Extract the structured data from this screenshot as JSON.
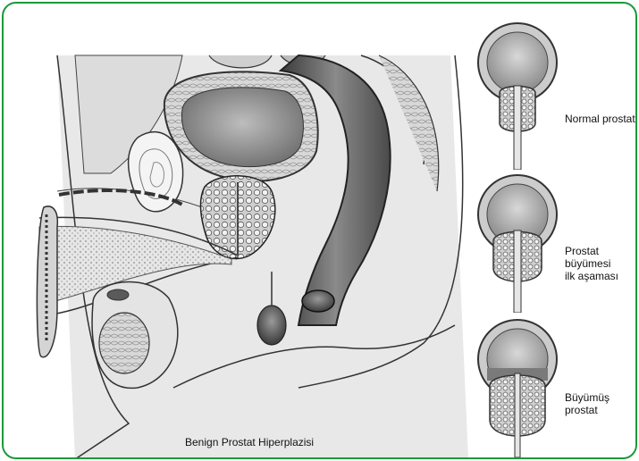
{
  "figure": {
    "main_caption": "Benign Prostat Hiperplazisi",
    "stages": [
      {
        "label_lines": [
          "Normal prostat"
        ]
      },
      {
        "label_lines": [
          "Prostat büyümesi",
          "ilk aşaması"
        ]
      },
      {
        "label_lines": [
          "Büyümüş",
          "prostat"
        ]
      }
    ]
  },
  "colors": {
    "frame_border": "#1a9a3a",
    "tissue_light": "#e2e2e2",
    "tissue_mid": "#bdbdbd",
    "tissue_dark": "#5a5a5a",
    "outline": "#222222"
  }
}
